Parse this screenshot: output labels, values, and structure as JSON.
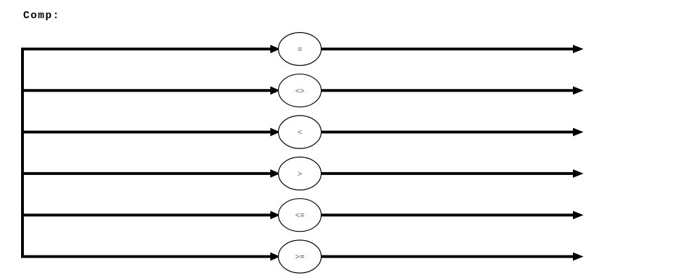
{
  "title": "Comp:",
  "colors": {
    "background": "#ffffff",
    "line": "#000000",
    "node_fill": "#ffffff",
    "node_stroke": "#000000",
    "text": "#000000"
  },
  "diagram": {
    "type": "railroad-syntax-diagram",
    "rule_name": "Comp",
    "branches": [
      {
        "label": "="
      },
      {
        "label": "<>"
      },
      {
        "label": "<"
      },
      {
        "label": ">"
      },
      {
        "label": "<="
      },
      {
        "label": ">="
      }
    ]
  }
}
